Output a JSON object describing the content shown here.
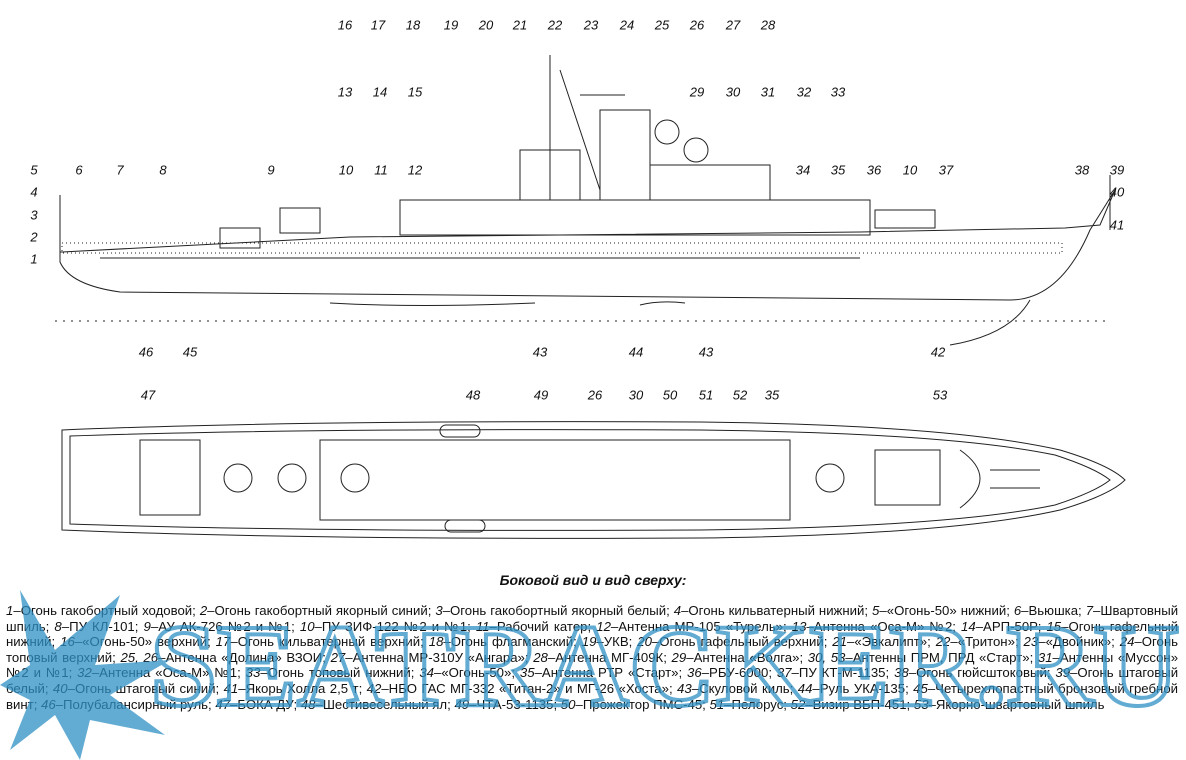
{
  "caption": "Боковой вид и вид сверху:",
  "watermark": "SEATRACKER.RU",
  "colors": {
    "line": "#222222",
    "watermark": "#2e8fc4"
  },
  "side_view_callouts": [
    "16",
    "17",
    "18",
    "19",
    "20",
    "21",
    "22",
    "23",
    "24",
    "25",
    "26",
    "27",
    "28",
    "13",
    "14",
    "15",
    "29",
    "30",
    "31",
    "32",
    "33",
    "5",
    "4",
    "3",
    "2",
    "1",
    "6",
    "7",
    "8",
    "9",
    "10",
    "11",
    "12",
    "34",
    "35",
    "36",
    "10",
    "37",
    "38",
    "39",
    "40",
    "41",
    "46",
    "45",
    "43",
    "44",
    "43",
    "42"
  ],
  "top_view_callouts": [
    "47",
    "48",
    "49",
    "26",
    "30",
    "50",
    "51",
    "52",
    "35",
    "53"
  ],
  "legend": [
    {
      "num": "1",
      "text": "Огонь гакобортный ходовой"
    },
    {
      "num": "2",
      "text": "Огонь гакобортный якорный синий"
    },
    {
      "num": "3",
      "text": "Огонь гакобортный якорный белый"
    },
    {
      "num": "4",
      "text": "Огонь кильватерный нижний"
    },
    {
      "num": "5",
      "text": "«Огонь-50» нижний"
    },
    {
      "num": "6",
      "text": "Вьюшка"
    },
    {
      "num": "7",
      "text": "Швартовный шпиль"
    },
    {
      "num": "8",
      "text": "ПУ КЛ-101"
    },
    {
      "num": "9",
      "text": "АУ АК-726 №2 и №1"
    },
    {
      "num": "10",
      "text": "ПУ ЗИФ-122 №2 и №1"
    },
    {
      "num": "11",
      "text": "Рабочий катер"
    },
    {
      "num": "12",
      "text": "Антенна МР-105 «Турель»"
    },
    {
      "num": "13",
      "text": "Антенна «Оса-М» №2"
    },
    {
      "num": "14",
      "text": "АРП-50Р"
    },
    {
      "num": "15",
      "text": "Огонь гафельный нижний"
    },
    {
      "num": "16",
      "text": "«Огонь-50» верхний"
    },
    {
      "num": "17",
      "text": "Огонь кильватерный верхний"
    },
    {
      "num": "18",
      "text": "Огонь флагманский"
    },
    {
      "num": "19",
      "text": "УКВ"
    },
    {
      "num": "20",
      "text": "Огонь гафельный верхний"
    },
    {
      "num": "21",
      "text": "«Эвкалипт»"
    },
    {
      "num": "22",
      "text": "«Тритон»"
    },
    {
      "num": "23",
      "text": "«Двойник»"
    },
    {
      "num": "24",
      "text": "Огонь топовый верхний"
    },
    {
      "num": "25, 26",
      "text": "Антенна «Долина» ВЗОИ"
    },
    {
      "num": "27",
      "text": "Антенна МР-310У «Ангара»"
    },
    {
      "num": "28",
      "text": "Антенна МГ-409К"
    },
    {
      "num": "29",
      "text": "Антенна «Волга»"
    },
    {
      "num": "30, 53",
      "text": "Антенны ПРМ, ПРД «Старт»"
    },
    {
      "num": "31",
      "text": "Антенны «Муссон» №2 и №1"
    },
    {
      "num": "32",
      "text": "Антенна «Оса-М» №1"
    },
    {
      "num": "33",
      "text": "Огонь топовый нижний"
    },
    {
      "num": "34",
      "text": "«Огонь-50»"
    },
    {
      "num": "35",
      "text": "Антенна РТР «Старт»"
    },
    {
      "num": "36",
      "text": "РБУ-6000"
    },
    {
      "num": "37",
      "text": "ПУ КТ-М-1135"
    },
    {
      "num": "38",
      "text": "Огонь гюйсштоковый"
    },
    {
      "num": "39",
      "text": "Огонь штаговый белый"
    },
    {
      "num": "40",
      "text": "Огонь штаговый синий"
    },
    {
      "num": "41",
      "text": "Якорь Холла 2,5 т"
    },
    {
      "num": "42",
      "text": "НБО ГАС МГ-332 «Титан-2» и МГ-26 «Хоста»"
    },
    {
      "num": "43",
      "text": "Скуловой киль"
    },
    {
      "num": "44",
      "text": "Руль УКА-135"
    },
    {
      "num": "45",
      "text": "Четырехлопастный бронзовый гребной винт"
    },
    {
      "num": "46",
      "text": "Полубалансирный руль"
    },
    {
      "num": "47",
      "text": "БОКА ДУ"
    },
    {
      "num": "48",
      "text": "Шестивесельный ял"
    },
    {
      "num": "49",
      "text": "ЧТА-53-1135"
    },
    {
      "num": "50",
      "text": "Прожектор ПМС-45"
    },
    {
      "num": "51",
      "text": "Пелорус"
    },
    {
      "num": "52",
      "text": "Визир ВБП-451"
    },
    {
      "num": "53",
      "text": "Якорно-швартовный шпиль"
    }
  ]
}
